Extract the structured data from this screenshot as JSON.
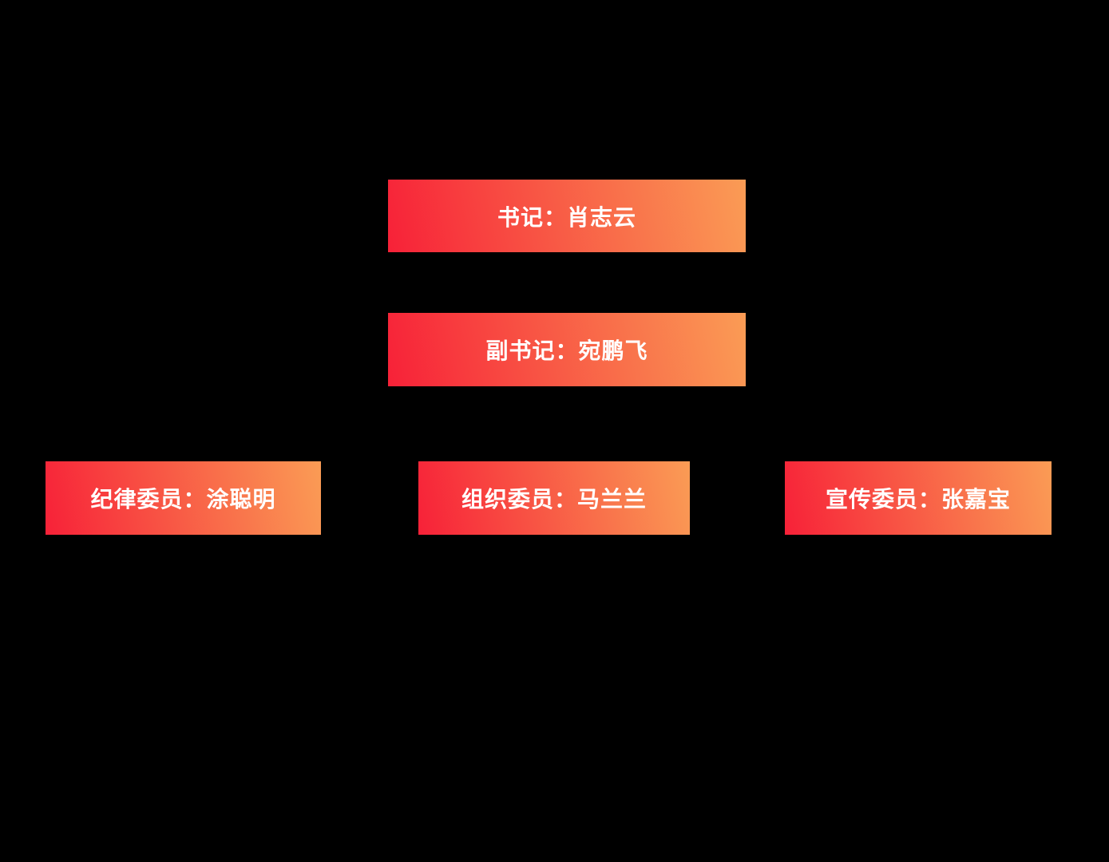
{
  "page": {
    "background_color": "#000000"
  },
  "org_chart": {
    "style": {
      "node_gradient_start": "#f72138",
      "node_gradient_end": "#fa9c55",
      "node_text_color": "#ffffff"
    },
    "nodes": [
      {
        "id": "secretary",
        "label": "书记：肖志云",
        "row": 1
      },
      {
        "id": "deputy-secretary",
        "label": "副书记：宛鹏飞",
        "row": 2
      },
      {
        "id": "discipline",
        "label": "纪律委员：涂聪明",
        "row": 3
      },
      {
        "id": "organization",
        "label": "组织委员：马兰兰",
        "row": 3
      },
      {
        "id": "publicity",
        "label": "宣传委员：张嘉宝",
        "row": 3
      }
    ]
  }
}
